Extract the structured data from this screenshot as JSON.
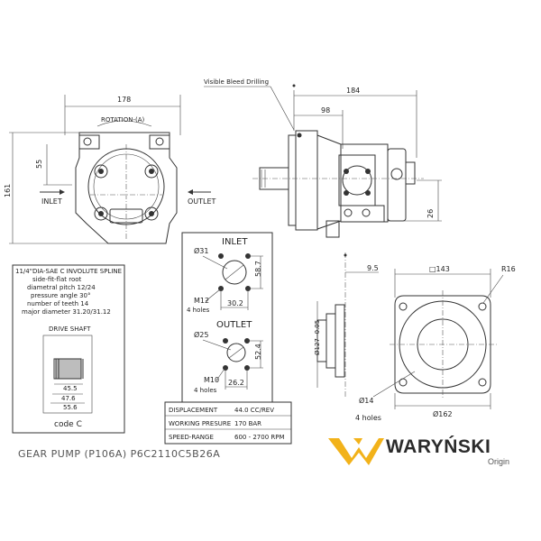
{
  "front_view": {
    "rotation": "ROTATION-(A)",
    "dim_width": "178",
    "dim_height": "161",
    "dim_offset": "55",
    "inlet": "INLET",
    "outlet": "OUTLET"
  },
  "side_view": {
    "bleed_label": "Visible Bleed Drilling",
    "dim_overall": "184",
    "dim_body": "98",
    "dim_port": "26"
  },
  "ports": {
    "inlet_title": "INLET",
    "inlet_dia": "Ø31",
    "inlet_dim_v": "58.7",
    "inlet_dim_h": "30.2",
    "inlet_thread": "M12",
    "inlet_holes": "4 holes",
    "outlet_title": "OUTLET",
    "outlet_dia": "Ø25",
    "outlet_dim_v": "52.4",
    "outlet_dim_h": "26.2",
    "outlet_thread": "M10",
    "outlet_holes": "4 holes"
  },
  "spline": {
    "lines": [
      "11/4\"DIA-SAE C INVOLUTE SPLINE",
      "side-fit-flat root",
      "diametral pitch  12/24",
      "pressure angle  30°",
      "number of teeth  14",
      "major diameter  31.20/31.12"
    ],
    "drive_shaft": "DRIVE SHAFT",
    "dim_a": "45.5",
    "dim_b": "47.6",
    "dim_c": "55.6",
    "code": "code C"
  },
  "flange": {
    "dim_square": "□143",
    "dim_radius": "R16",
    "dim_offset": "9.5",
    "dim_pilot": "Ø127 -0.05",
    "dim_hole": "Ø14",
    "holes": "4 holes",
    "dim_bolt_circle": "Ø162"
  },
  "specs": [
    {
      "label": "DISPLACEMENT",
      "value": "44.0 CC/REV"
    },
    {
      "label": "WORKING PRESURE",
      "value": "170 BAR"
    },
    {
      "label": "SPEED-RANGE",
      "value": "600 - 2700  RPM"
    }
  ],
  "title": "GEAR PUMP (P106A)    P6C2110C5B26A",
  "brand": {
    "name": "WARYŃSKI",
    "sub": "Origin",
    "accent": "#f2b21a"
  }
}
